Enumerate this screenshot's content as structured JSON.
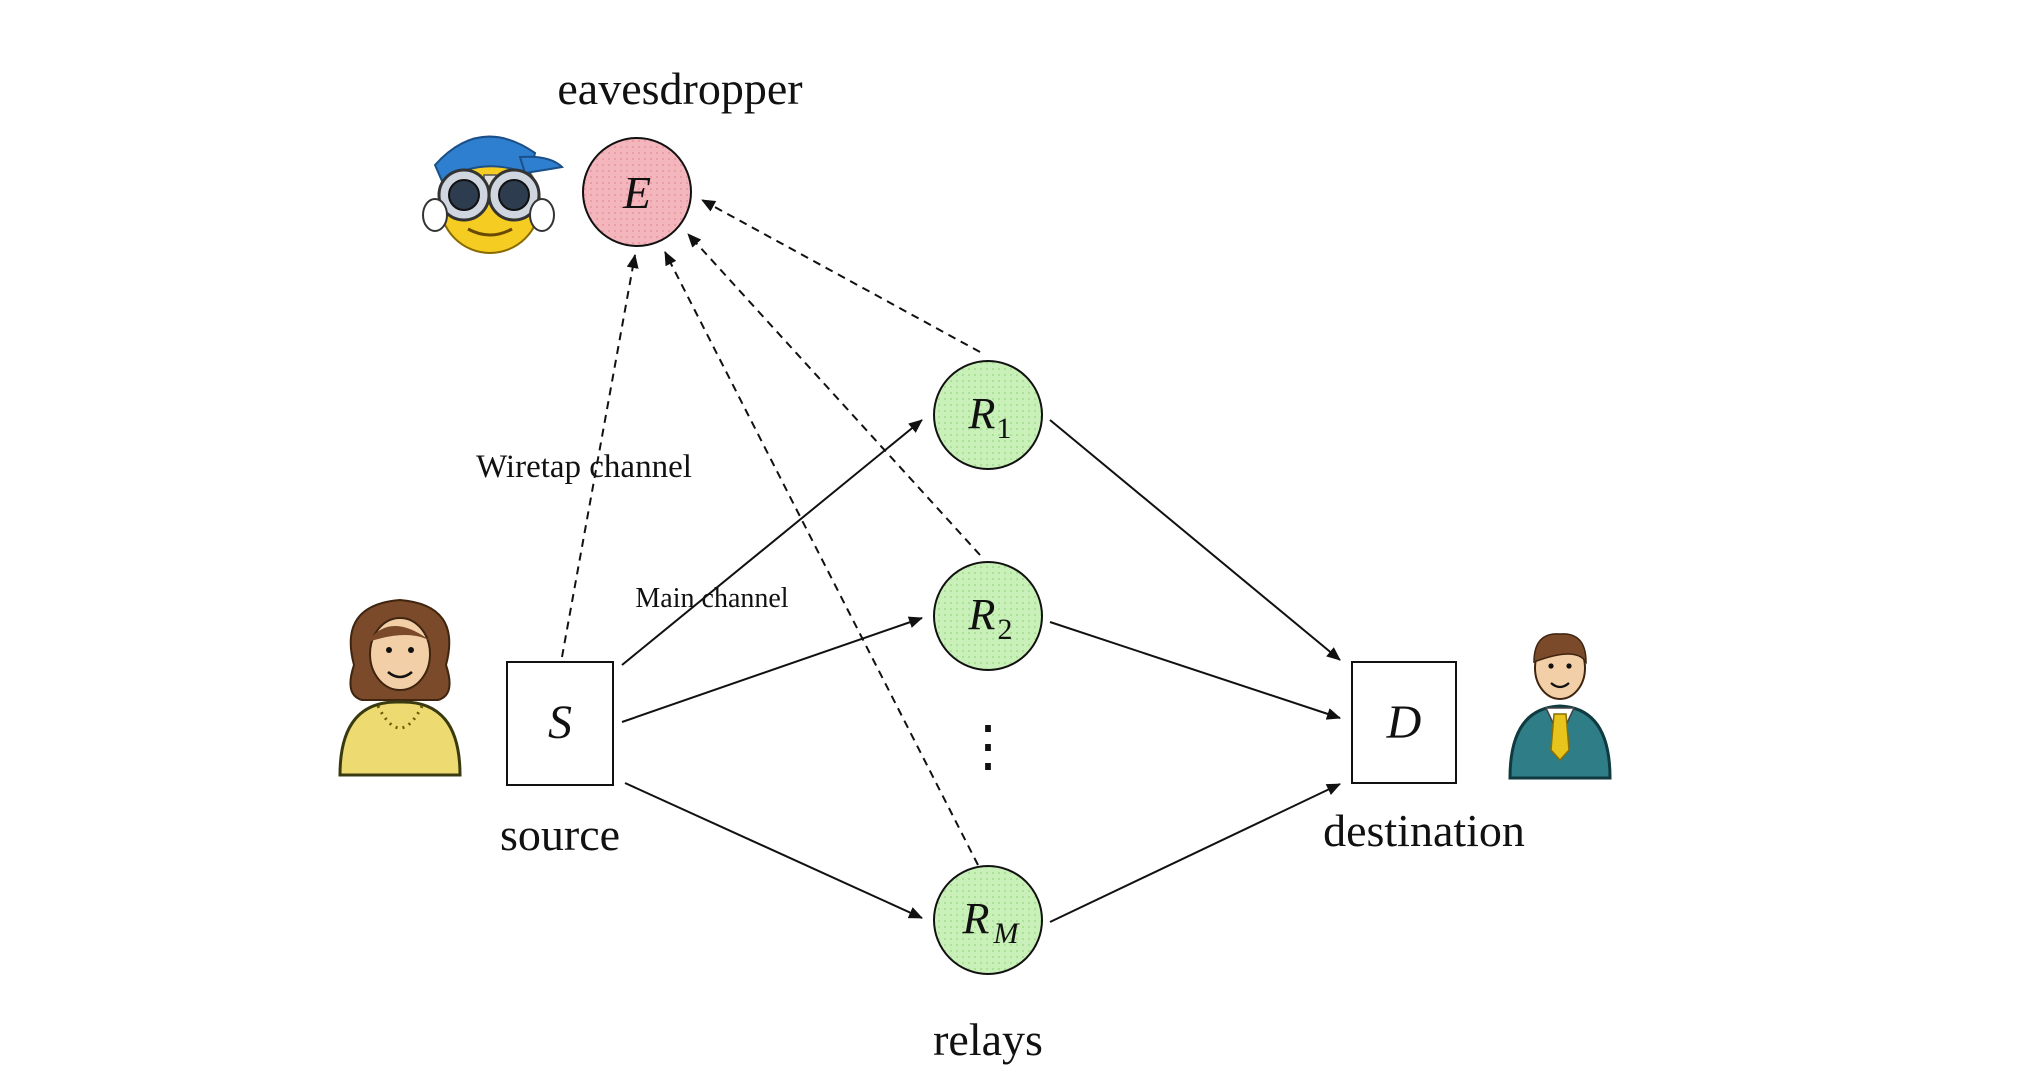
{
  "labels": {
    "eavesdropper": "eavesdropper",
    "source": "source",
    "destination": "destination",
    "relays": "relays",
    "wiretap_channel": "Wiretap channel",
    "main_channel": "Main channel",
    "relay_dots": "⋮"
  },
  "nodes": {
    "eavesdropper": {
      "letter": "E",
      "subscript": ""
    },
    "source": {
      "letter": "S",
      "subscript": ""
    },
    "destination": {
      "letter": "D",
      "subscript": ""
    },
    "relay_1": {
      "letter": "R",
      "subscript": "1"
    },
    "relay_2": {
      "letter": "R",
      "subscript": "2"
    },
    "relay_m": {
      "letter": "R",
      "subscript": "M"
    }
  },
  "icons": {
    "eavesdropper": "binoculars-smiley-icon",
    "source": "woman-avatar-icon",
    "destination": "man-avatar-icon"
  },
  "colors": {
    "eavesdropper_fill": "#f4b6bd",
    "relay_fill": "#c8f0b8",
    "stroke": "#111111",
    "woman_dress": "#eddb72",
    "man_suit": "#2f7d86",
    "tie": "#e7c51d",
    "skin": "#f2cfa6",
    "hair": "#7a4a2a"
  }
}
